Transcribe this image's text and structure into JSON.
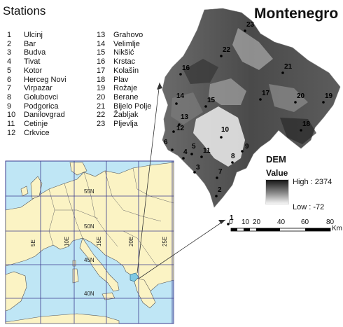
{
  "stations_title": "Stations",
  "stations": [
    {
      "num": "1",
      "name": "Ulcinj"
    },
    {
      "num": "2",
      "name": "Bar"
    },
    {
      "num": "3",
      "name": "Budva"
    },
    {
      "num": "4",
      "name": "Tivat"
    },
    {
      "num": "5",
      "name": "Kotor"
    },
    {
      "num": "6",
      "name": "Herceg Novi"
    },
    {
      "num": "7",
      "name": "Virpazar"
    },
    {
      "num": "8",
      "name": "Golubovci"
    },
    {
      "num": "9",
      "name": "Podgorica"
    },
    {
      "num": "10",
      "name": "Danilovgrad"
    },
    {
      "num": "11",
      "name": "Cetinje"
    },
    {
      "num": "12",
      "name": "Crkvice"
    },
    {
      "num": "13",
      "name": "Grahovo"
    },
    {
      "num": "14",
      "name": "Velimlje"
    },
    {
      "num": "15",
      "name": "Nikšić"
    },
    {
      "num": "16",
      "name": "Krstac"
    },
    {
      "num": "17",
      "name": "Kolašin"
    },
    {
      "num": "18",
      "name": "Plav"
    },
    {
      "num": "19",
      "name": "Rožaje"
    },
    {
      "num": "20",
      "name": "Berane"
    },
    {
      "num": "21",
      "name": "Bijelo Polje"
    },
    {
      "num": "22",
      "name": "Žabljak"
    },
    {
      "num": "23",
      "name": "Pljevlja"
    }
  ],
  "map_title": "Montenegro",
  "legend": {
    "dem": "DEM",
    "value": "Value",
    "high": "High : 2374",
    "low": "Low : -72",
    "ramp_colors": [
      "#161616",
      "#f4f4f4"
    ]
  },
  "scale_bar": {
    "labels": [
      "0",
      "10",
      "20",
      "40",
      "60",
      "80"
    ],
    "unit": "Km"
  },
  "inset": {
    "lat_labels": [
      "55N",
      "50N",
      "45N",
      "40N"
    ],
    "lon_labels": [
      "5E",
      "10E",
      "15E",
      "20E",
      "25E"
    ],
    "colors": {
      "sea": "#bfe6f5",
      "land": "#fbf3c4",
      "highlight": "#7ec8e3",
      "grid": "#3b3b8f"
    }
  }
}
